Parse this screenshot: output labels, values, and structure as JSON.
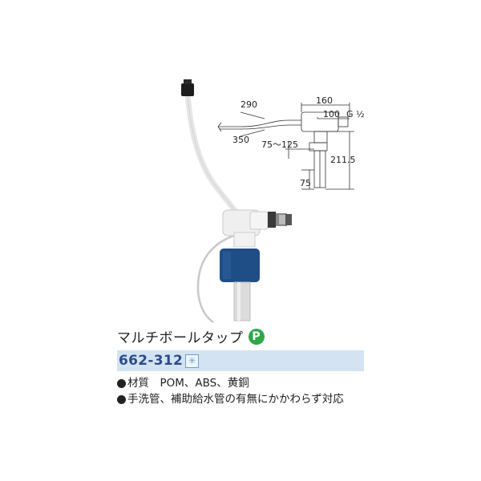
{
  "product": {
    "name": "マルチボールタップ",
    "badge": "P",
    "code": "662-312",
    "code_badge": "✳"
  },
  "specs": [
    "材質　POM、ABS、黄銅",
    "手洗管、補助給水管の有無にかかわらず対応"
  ],
  "diagram": {
    "dims": {
      "d290": "290",
      "d350": "350",
      "d160": "160",
      "d100": "100",
      "thread": "G ½",
      "d75_125": "75～125",
      "d211_5": "211.5",
      "d75": "75"
    }
  },
  "colors": {
    "accent_blue": "#2b4c8c",
    "bar_bg": "#d3e3f1",
    "badge_green": "#2ea84a",
    "float_blue": "#1f4d86"
  }
}
